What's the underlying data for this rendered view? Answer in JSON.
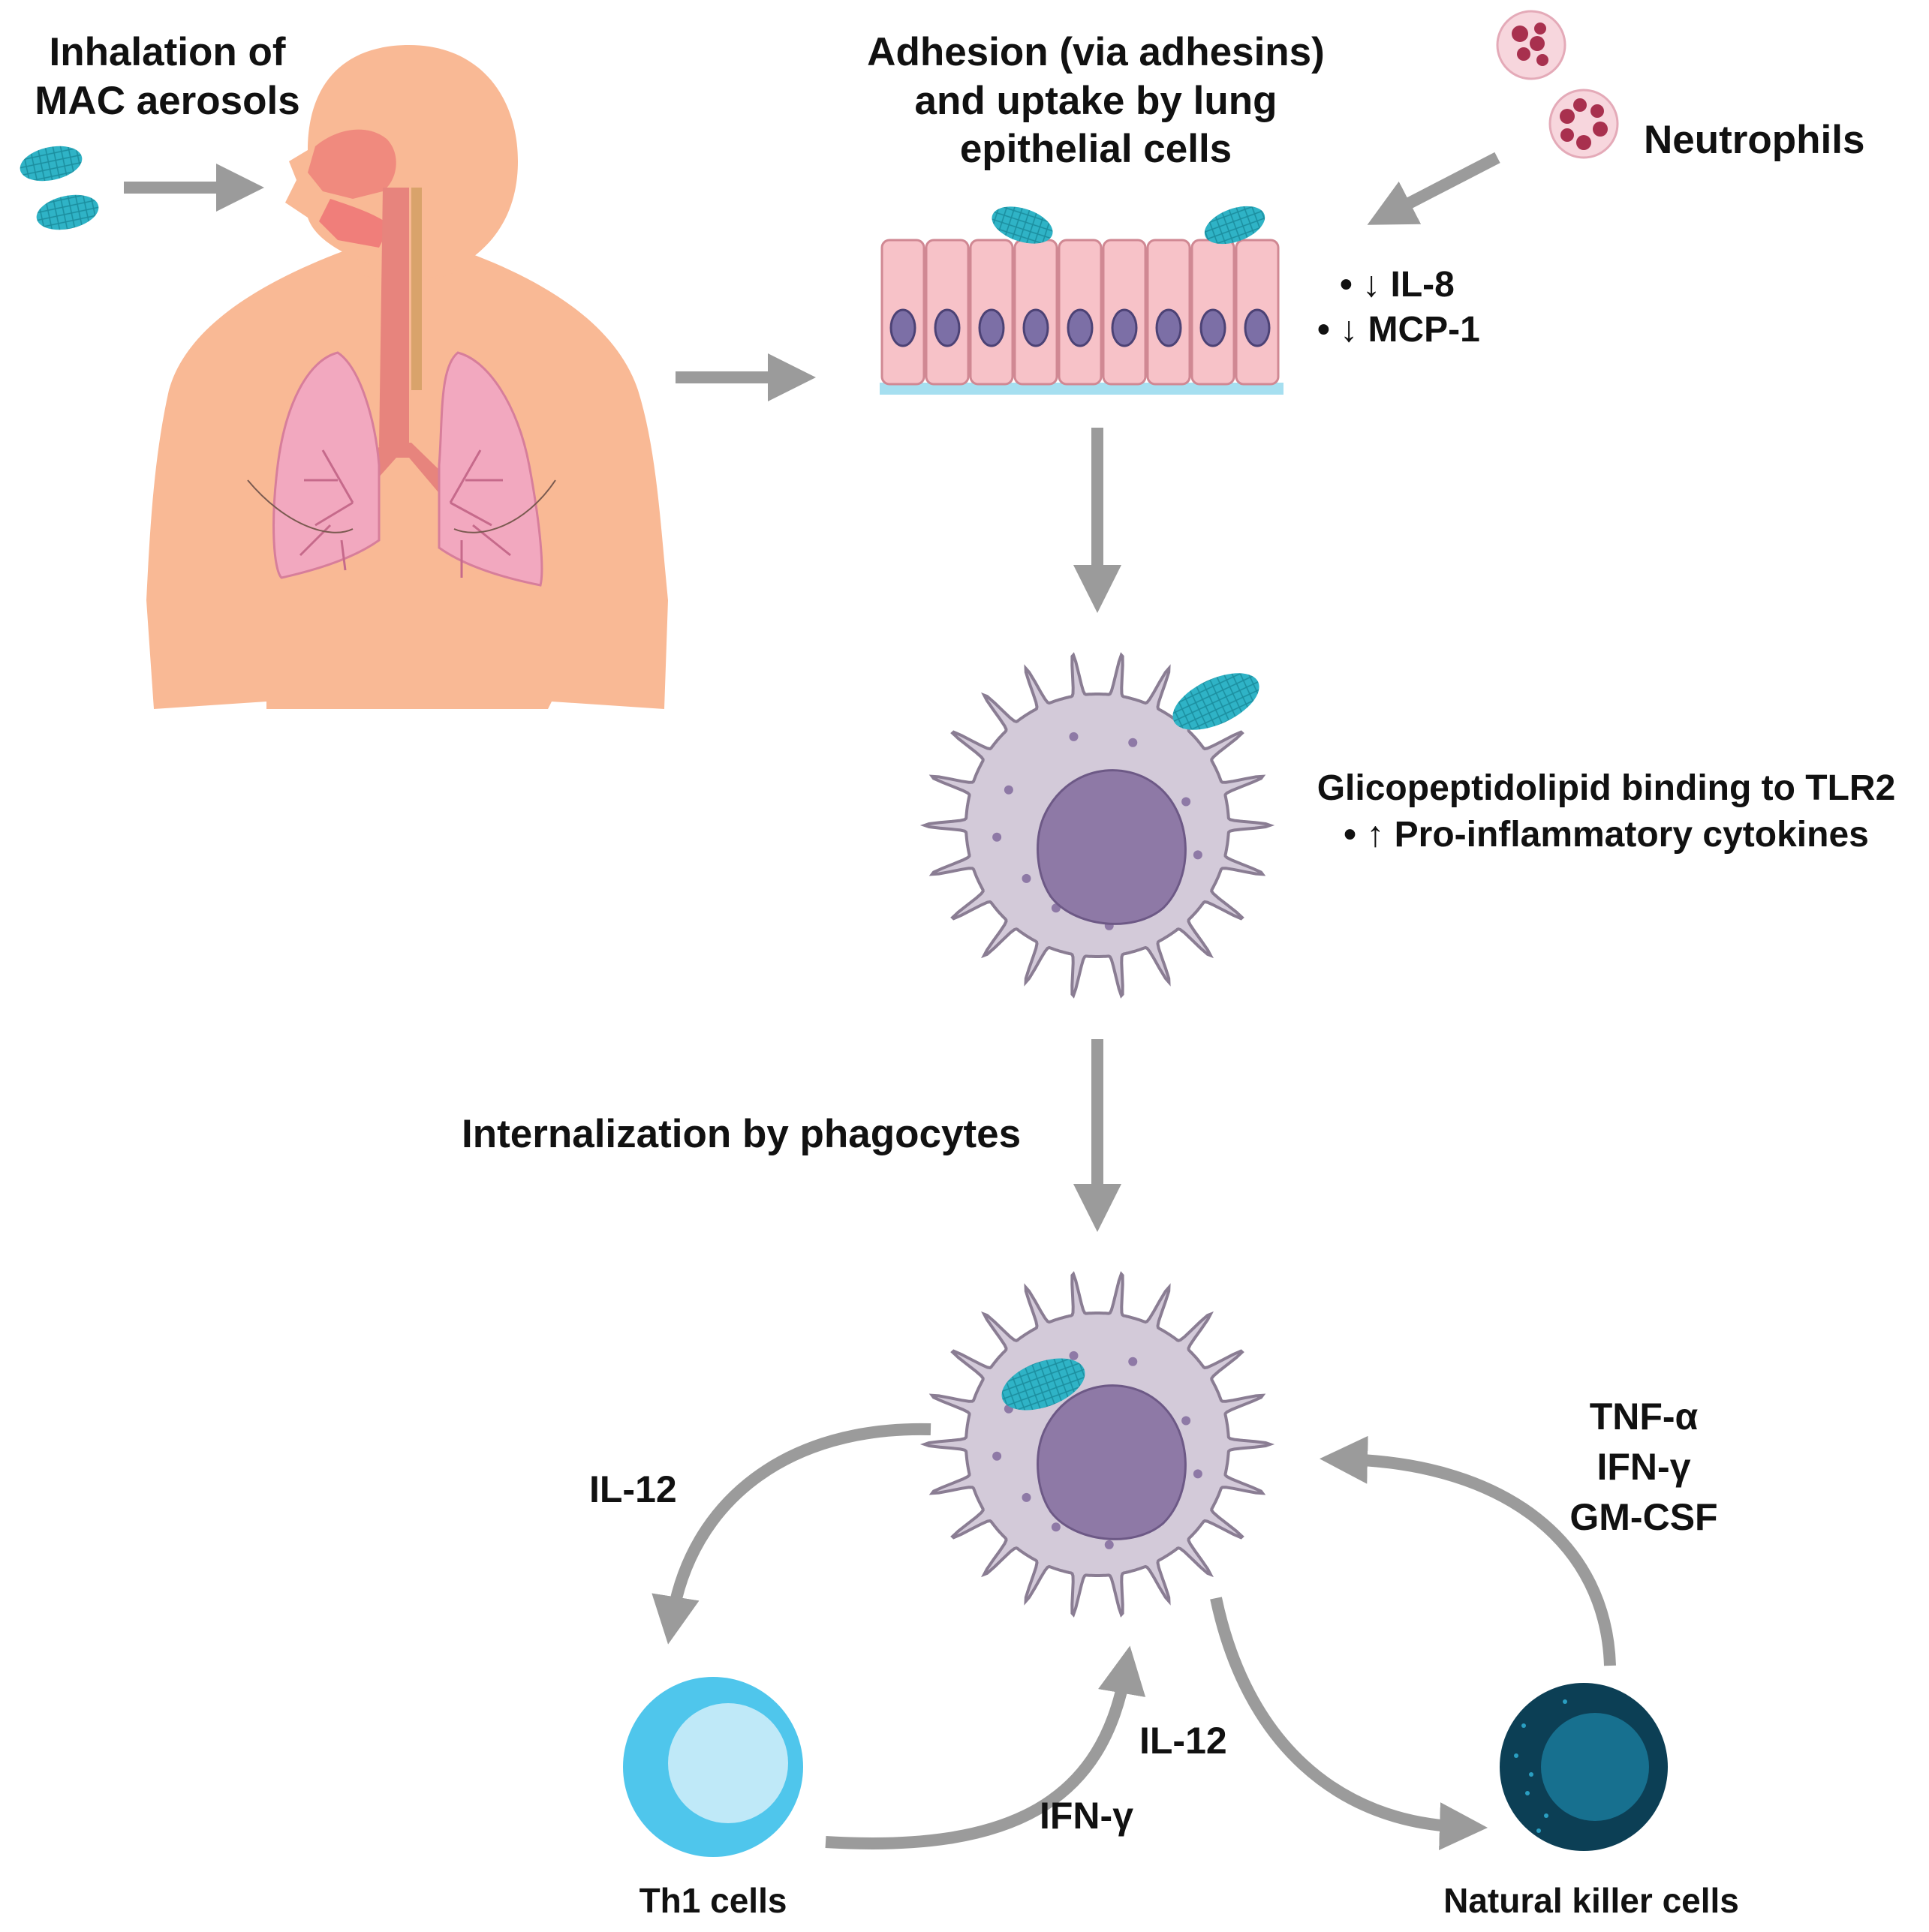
{
  "labels": {
    "inhalation": [
      "Inhalation of",
      "MAC aerosols"
    ],
    "adhesion": [
      "Adhesion (via adhesins)",
      "and uptake by lung",
      "epithelial cells"
    ],
    "neutrophils": "Neutrophils",
    "epithelial_effects": [
      "• ↓ IL-8",
      "• ↓ MCP-1"
    ],
    "tlr2": [
      "Glicopeptidolipid binding to TLR2",
      "• ↑ Pro-inflammatory cytokines"
    ],
    "internalization": "Internalization by phagocytes",
    "il12_left": "IL-12",
    "il12_right": "IL-12",
    "ifn_gamma_th1": "IFN-γ",
    "nk_cytokines": [
      "TNF-α",
      "IFN-γ",
      "GM-CSF"
    ],
    "th1_cells": "Th1 cells",
    "nk_cells": "Natural killer cells"
  },
  "colors": {
    "arrow": "#9b9b9b",
    "skin": "#f9b995",
    "lung": "#f2a8bf",
    "bacteria": "#2fb3c6",
    "epithelium": "#f7c2c8",
    "nucleus_epi": "#7c6fa6",
    "macrophage": "#d3cad9",
    "macrophage_nucleus": "#8e79a6",
    "th1": "#4fc6ec",
    "th1_inner": "#bfe9f8",
    "nk": "#0c3f55",
    "nk_inner": "#17708f",
    "neutrophil": "#f7d6dd",
    "neutrophil_granule": "#a8304e"
  }
}
